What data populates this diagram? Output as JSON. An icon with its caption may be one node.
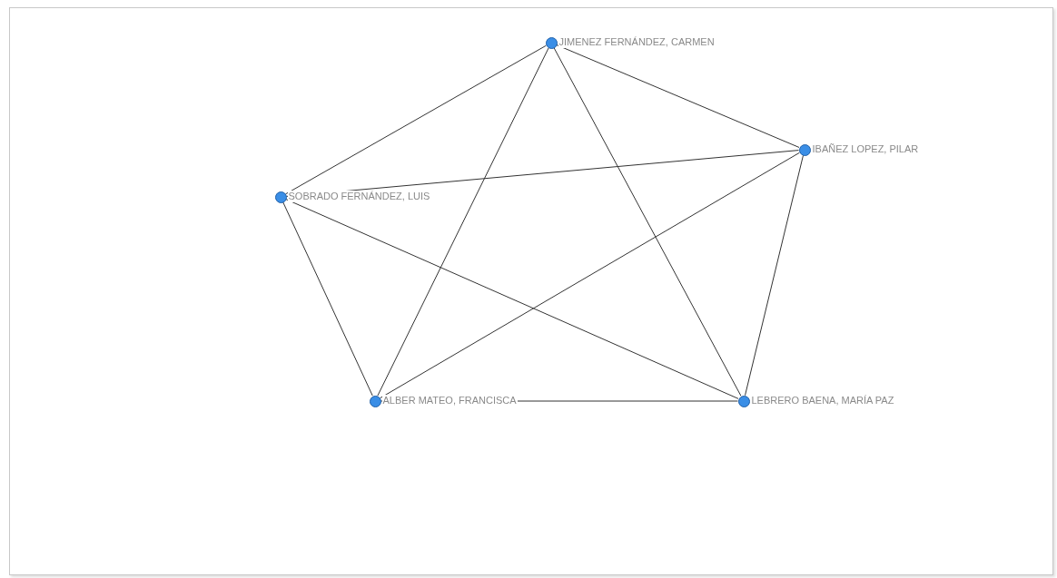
{
  "diagram": {
    "nodes": [
      {
        "text": [],
        "shape": "circle",
        "beside": [
          "JIMENEZ FERNÁNDEZ, CARMEN"
        ]
      },
      {
        "text": [],
        "shape": "circle",
        "beside": [
          "IBAÑEZ LOPEZ, PILAR"
        ]
      },
      {
        "text": [],
        "shape": "circle",
        "beside": [
          "SOBRADO FERNÁNDEZ, LUIS"
        ]
      },
      {
        "text": [],
        "shape": "circle",
        "beside": [
          "ALBER MATEO, FRANCISCA"
        ]
      },
      {
        "text": [],
        "shape": "circle",
        "beside": [
          "LEBRERO BAENA, MARÍA PAZ"
        ]
      }
    ],
    "edges": [
      {
        "from": 0,
        "to": 1,
        "arrow": "none"
      },
      {
        "from": 0,
        "to": 2,
        "arrow": "none"
      },
      {
        "from": 0,
        "to": 3,
        "arrow": "none"
      },
      {
        "from": 0,
        "to": 4,
        "arrow": "none"
      },
      {
        "from": 1,
        "to": 2,
        "arrow": "none"
      },
      {
        "from": 1,
        "to": 3,
        "arrow": "none"
      },
      {
        "from": 1,
        "to": 4,
        "arrow": "none"
      },
      {
        "from": 2,
        "to": 3,
        "arrow": "none"
      },
      {
        "from": 2,
        "to": 4,
        "arrow": "none"
      },
      {
        "from": 3,
        "to": 4,
        "arrow": "none"
      }
    ]
  }
}
